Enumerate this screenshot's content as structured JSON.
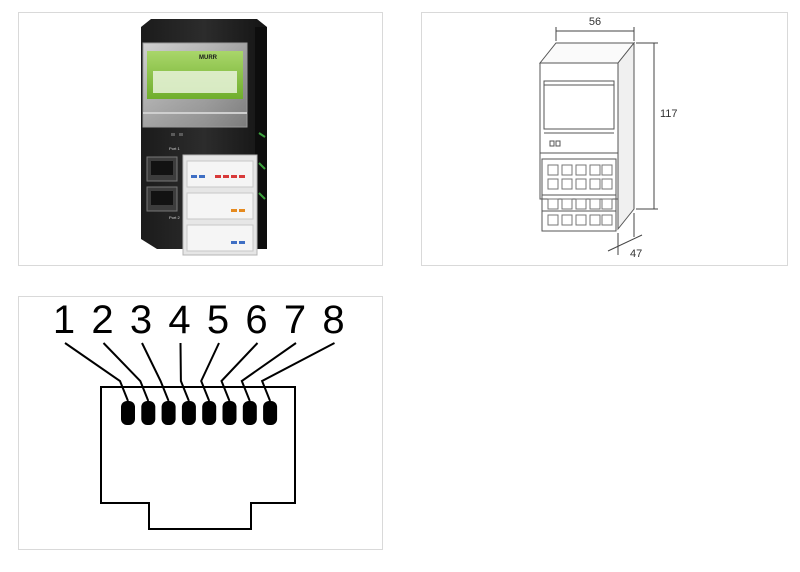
{
  "product_photo": {
    "brand_text": "MURR",
    "port_labels": [
      "Port 1",
      "Port 2"
    ]
  },
  "dimension_drawing": {
    "width_label": "56",
    "height_label": "117",
    "depth_label": "47"
  },
  "rj45_pinout": {
    "pin_numbers": [
      "1",
      "2",
      "3",
      "4",
      "5",
      "6",
      "7",
      "8"
    ]
  }
}
